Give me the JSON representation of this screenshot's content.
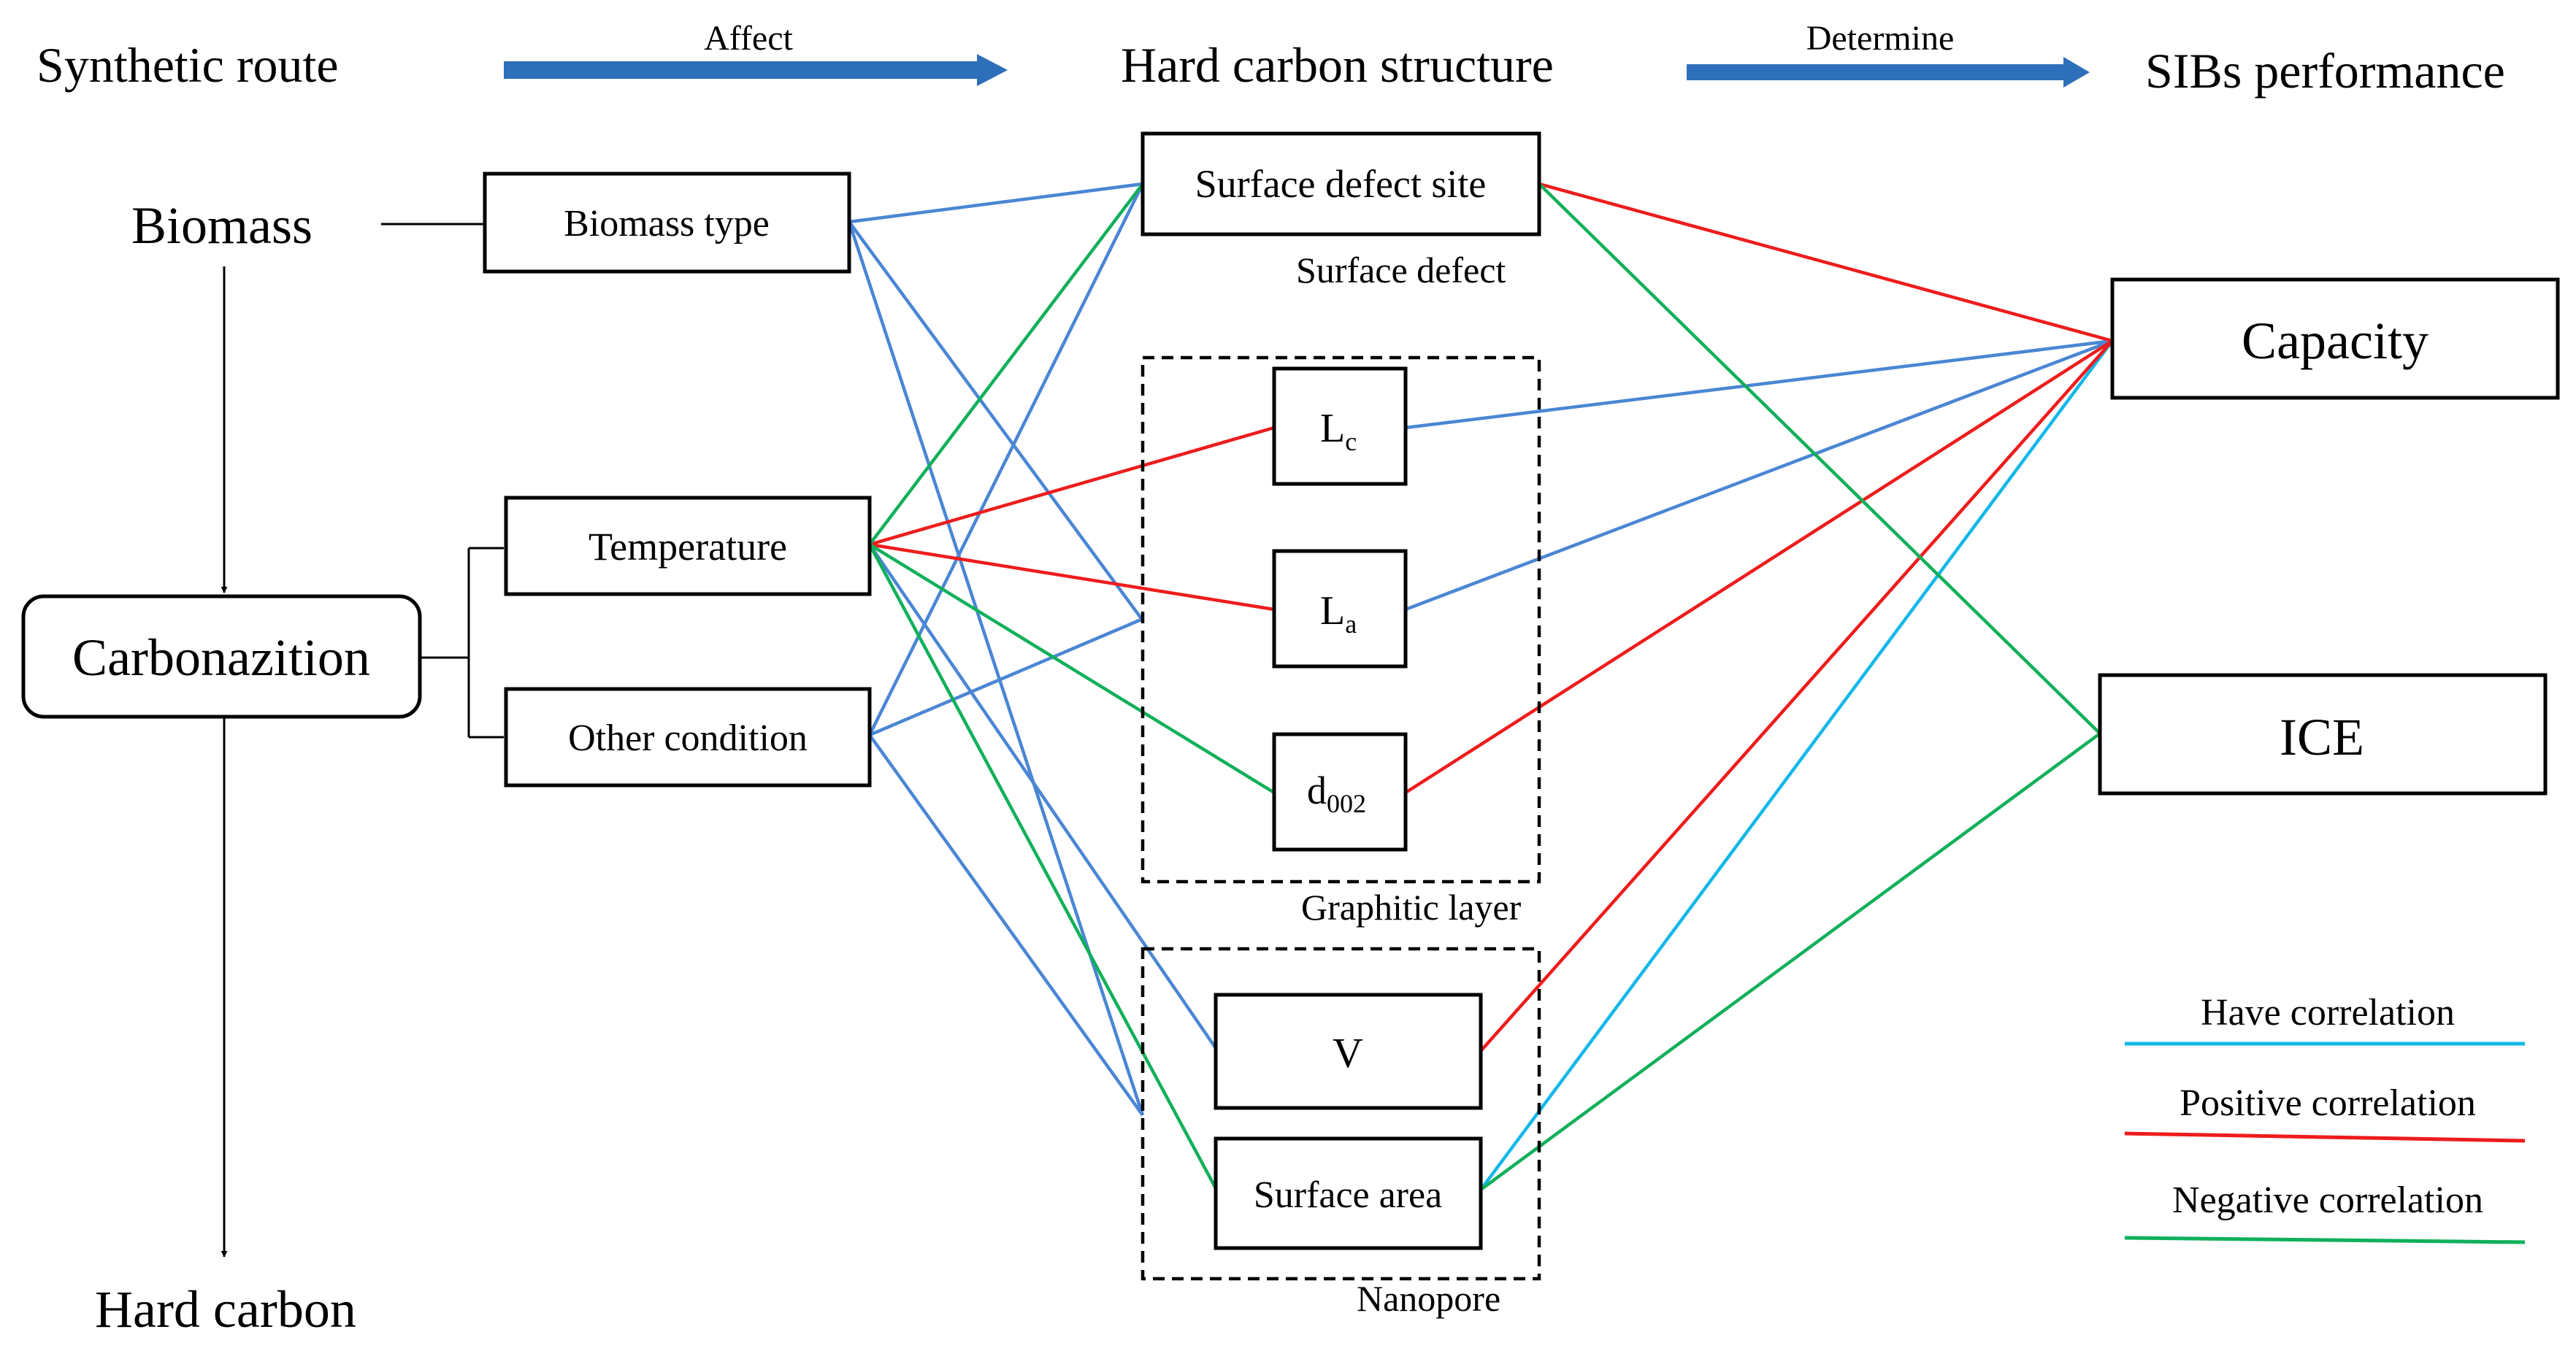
{
  "header": {
    "synthetic_route": "Synthetic route",
    "affect": "Affect",
    "hard_carbon_structure": "Hard carbon structure",
    "determine": "Determine",
    "sibs_performance": "SIBs performance"
  },
  "route": {
    "biomass": "Biomass",
    "carbonization": "Carbonazition",
    "hard_carbon": "Hard carbon"
  },
  "factors": {
    "biomass_type": "Biomass type",
    "temperature": "Temperature",
    "other_condition": "Other condition"
  },
  "structure": {
    "surface_defect_site": "Surface defect site",
    "surface_defect_group": "Surface defect",
    "lc_base": "L",
    "lc_sub": "c",
    "la_base": "L",
    "la_sub": "a",
    "d002_base": "d",
    "d002_sub": "002",
    "graphitic_group": "Graphitic layer",
    "v": "V",
    "surface_area": "Surface area",
    "nanopore_group": "Nanopore"
  },
  "performance": {
    "capacity": "Capacity",
    "ice": "ICE"
  },
  "legend": {
    "have": "Have correlation",
    "positive": "Positive correlation",
    "negative": "Negative correlation"
  },
  "colors": {
    "have_correlation": "#4a86d4",
    "have_correlation_light": "#12b8e8",
    "positive_correlation": "#ee1c1c",
    "negative_correlation": "#10b05a",
    "arrow": "#2e6fba"
  }
}
